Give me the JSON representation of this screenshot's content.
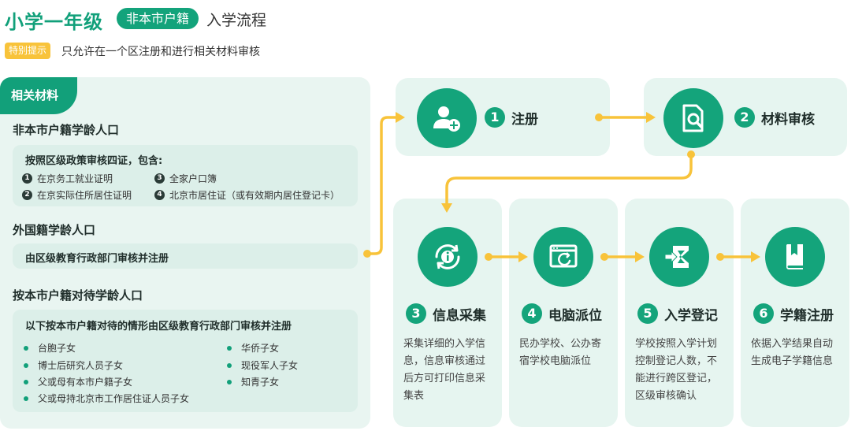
{
  "header": {
    "title": "小学一年级",
    "pill": "非本市户籍",
    "rest": "入学流程"
  },
  "notice": {
    "tag": "特别提示",
    "text": "只允许在一个区注册和进行相关材料审核"
  },
  "materials": {
    "tab": "相关材料",
    "section1": {
      "title": "非本市户籍学龄人口",
      "box_head": "按照区级政策审核四证，包含:",
      "items": [
        {
          "num": "1",
          "label": "在京务工就业证明"
        },
        {
          "num": "2",
          "label": "在京实际住所居住证明"
        },
        {
          "num": "3",
          "label": "全家户口簿"
        },
        {
          "num": "4",
          "label": "北京市居住证（或有效期内居住登记卡）"
        }
      ]
    },
    "section2": {
      "title": "外国籍学龄人口",
      "box_head": "由区级教育行政部门审核并注册"
    },
    "section3": {
      "title": "按本市户籍对待学龄人口",
      "box_head": "以下按本市户籍对待的情形由区级教育行政部门审核并注册",
      "left_items": [
        "台胞子女",
        "博士后研究人员子女",
        "父或母有本市户籍子女",
        "父或母持北京市工作居住证人员子女"
      ],
      "right_items": [
        "华侨子女",
        "现役军人子女",
        "知青子女"
      ]
    }
  },
  "steps": [
    {
      "num": "1",
      "label": "注册",
      "icon": "user-add-icon",
      "desc": ""
    },
    {
      "num": "2",
      "label": "材料审核",
      "icon": "document-search-icon",
      "desc": ""
    },
    {
      "num": "3",
      "label": "信息采集",
      "icon": "info-refresh-icon",
      "desc": "采集详细的入学信息，信息审核通过后方可打印信息采集表"
    },
    {
      "num": "4",
      "label": "电脑派位",
      "icon": "browser-refresh-icon",
      "desc": "民办学校、公办寄宿学校电脑派位"
    },
    {
      "num": "5",
      "label": "入学登记",
      "icon": "sigma-arrow-icon",
      "desc": "学校按照入学计划控制登记人数，不能进行跨区登记，区级审核确认"
    },
    {
      "num": "6",
      "label": "学籍注册",
      "icon": "book-icon",
      "desc": "依据入学结果自动生成电子学籍信息"
    }
  ],
  "colors": {
    "primary_green": "#14a47b",
    "panel_bg": "#e9f5f1",
    "connector_yellow": "#f8c33a"
  }
}
